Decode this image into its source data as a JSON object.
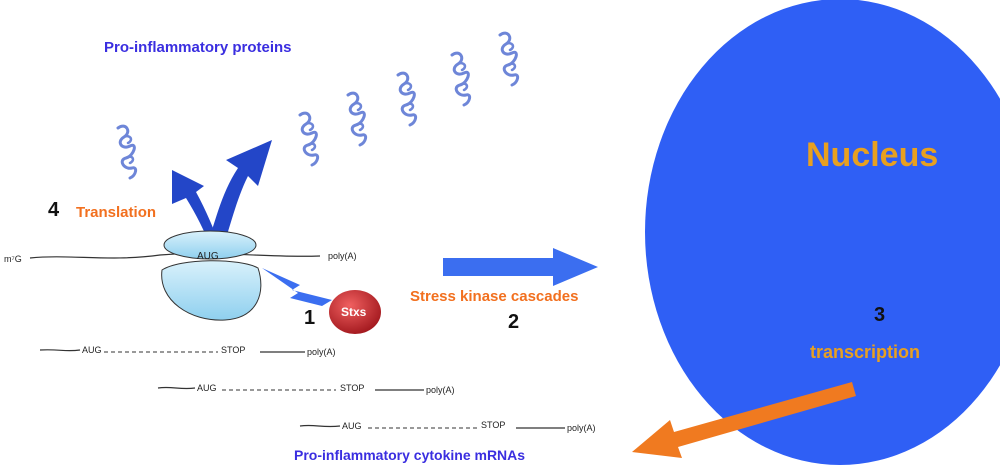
{
  "colors": {
    "nucleus": "#2f5ff5",
    "protein": "#6e86d8",
    "arrow_blue": "#3b6ef0",
    "arrow_dark_blue": "#2346c8",
    "arrow_orange": "#f07a20",
    "ribosome": "#a9dcf2",
    "stxs": "#c8242a",
    "label_purple": "#3a2ee0",
    "label_orange": "#f2701f",
    "label_gold": "#e8a020"
  },
  "labels": {
    "proteins_title": "Pro-inflammatory proteins",
    "nucleus": "Nucleus",
    "step4_number": "4",
    "translation": "Translation",
    "step1_number": "1",
    "stxs": "Stxs",
    "stress_kinase": "Stress kinase cascades",
    "step2_number": "2",
    "step3_number": "3",
    "transcription": "transcription",
    "mrnas_title": "Pro-inflammatory cytokine mRNAs"
  },
  "ribosome_mrna": {
    "cap": "m⁷G",
    "start": "AUG",
    "tail": "poly(A)"
  },
  "mrnas": [
    {
      "start": "AUG",
      "stop": "STOP",
      "tail": "poly(A)"
    },
    {
      "start": "AUG",
      "stop": "STOP",
      "tail": "poly(A)"
    },
    {
      "start": "AUG",
      "stop": "STOP",
      "tail": "poly(A)"
    }
  ],
  "protein_icons": [
    "protein-coil-icon",
    "protein-coil-icon",
    "protein-coil-icon",
    "protein-coil-icon",
    "protein-coil-icon",
    "protein-coil-icon",
    "protein-coil-icon"
  ]
}
